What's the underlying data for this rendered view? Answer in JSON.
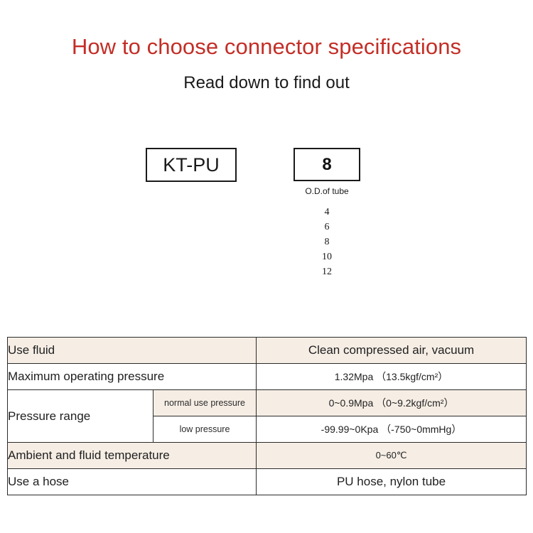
{
  "header": {
    "title": "How to choose connector specifications",
    "subtitle": "Read down to find out"
  },
  "code_builder": {
    "series_box": {
      "value": "KT-PU"
    },
    "od_box": {
      "value": "8",
      "caption": "O.D.of tube",
      "options": [
        "4",
        "6",
        "8",
        "10",
        "12"
      ]
    }
  },
  "spec_table": {
    "rows": [
      {
        "label": "Use fluid",
        "sub_label": null,
        "value": "Clean compressed air, vacuum",
        "shaded": true
      },
      {
        "label": "Maximum operating pressure",
        "sub_label": null,
        "value": "1.32Mpa （13.5kgf/cm²）",
        "shaded": false
      },
      {
        "label": "Pressure range",
        "sub_label": "normal use pressure",
        "value": "0~0.9Mpa （0~9.2kgf/cm²）",
        "shaded": true
      },
      {
        "label": "",
        "sub_label": "low pressure",
        "value": "-99.99~0Kpa （-750~0mmHg）",
        "shaded": false
      },
      {
        "label": "Ambient and fluid temperature",
        "sub_label": null,
        "value": "0~60℃",
        "shaded": true
      },
      {
        "label": "Use a hose",
        "sub_label": null,
        "value": "PU hose, nylon tube",
        "shaded": false
      }
    ]
  },
  "colors": {
    "title_red": "#c32e26",
    "row_shade": "#f6eee5",
    "border": "#2b2b2b",
    "text": "#1f1f1f"
  }
}
